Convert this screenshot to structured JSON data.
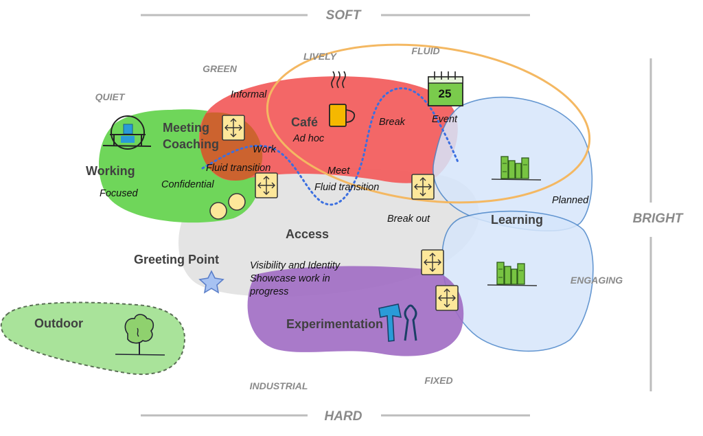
{
  "axes": {
    "top": "SOFT",
    "bottom": "HARD",
    "right": "BRIGHT"
  },
  "qualities": {
    "quiet": "QUIET",
    "green": "GREEN",
    "lively": "LIVELY",
    "fluid": "FLUID",
    "engaging": "ENGAGING",
    "industrial": "INDUSTRIAL",
    "fixed": "FIXED"
  },
  "zones": {
    "working": "Working",
    "meeting_line1": "Meeting",
    "meeting_line2": "Coaching",
    "cafe": "Café",
    "access": "Access",
    "greeting_point": "Greeting Point",
    "learning": "Learning",
    "experimentation": "Experimentation",
    "outdoor": "Outdoor"
  },
  "notes": {
    "focused": "Focused",
    "confidential": "Confidential",
    "informal": "Informal",
    "work": "Work",
    "fluid_transition_1": "Fluid transition",
    "ad_hoc": "Ad hoc",
    "break": "Break",
    "event": "Event",
    "meet": "Meet",
    "fluid_transition_2": "Fluid transition",
    "break_out": "Break out",
    "planned": "Planned",
    "visibility_line1": "Visibility and Identity",
    "visibility_line2": "Showcase work in",
    "visibility_line3": "progress"
  },
  "calendar_day": "25",
  "icons": {
    "desk": "desk-chair-icon",
    "coffee": "coffee-cup-icon",
    "calendar": "calendar-icon",
    "books": "books-icon",
    "tools": "hammer-pliers-icon",
    "tree": "tree-icon",
    "star": "star-icon",
    "pads": "sticky-note-icon",
    "circles": "round-table-icon"
  },
  "colors": {
    "green_zone": "#6fd65a",
    "red_zone": "#f25f5f",
    "meeting_overlap": "#c9632a",
    "access_zone": "#e2e2e2",
    "learning_zone": "#d6e6fb",
    "learning_stroke": "#4b86c9",
    "experiment_zone": "#a06cc3",
    "outdoor_zone": "#a9e39a",
    "fluid_ring": "#f4b862",
    "path_dots": "#3b6fe0",
    "sticky": "#fde79a",
    "axis_gray": "#bdbdbd"
  }
}
